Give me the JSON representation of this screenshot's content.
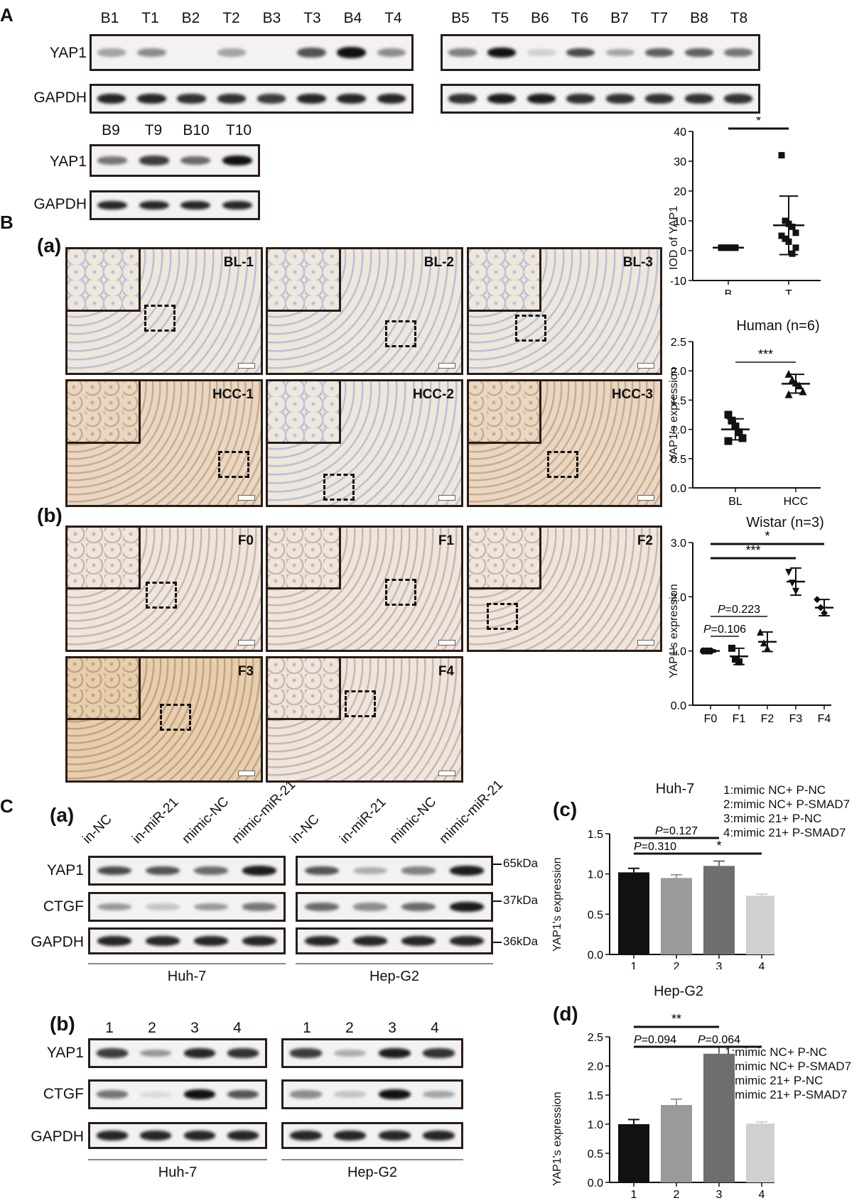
{
  "panels": {
    "A": "A",
    "B": "B",
    "C": "C"
  },
  "subpanels": {
    "Ba": "(a)",
    "Bb": "(b)",
    "Ca": "(a)",
    "Cb": "(b)",
    "Cc": "(c)",
    "Cd": "(d)"
  },
  "blotA": {
    "row_labels": {
      "yap1": "YAP1",
      "gapdh": "GAPDH"
    },
    "set1_lanes": [
      "B1",
      "T1",
      "B2",
      "T2",
      "B3",
      "T3",
      "B4",
      "T4"
    ],
    "set2_lanes": [
      "B5",
      "T5",
      "B6",
      "T6",
      "B7",
      "T7",
      "B8",
      "T8"
    ],
    "set3_lanes": [
      "B9",
      "T9",
      "B10",
      "T10"
    ]
  },
  "ihc_human": [
    "BL-1",
    "BL-2",
    "BL-3",
    "HCC-1",
    "HCC-2",
    "HCC-3"
  ],
  "ihc_rat": [
    "F0",
    "F1",
    "F2",
    "F3",
    "F4"
  ],
  "blotCa": {
    "lanes": [
      "in-NC",
      "in-miR-21",
      "mimic-NC",
      "mimic-miR-21"
    ],
    "rows": [
      "YAP1",
      "CTGF",
      "GAPDH"
    ],
    "kda": [
      "65kDa",
      "37kDa",
      "36kDa"
    ],
    "groups": [
      "Huh-7",
      "Hep-G2"
    ]
  },
  "blotCb": {
    "lanes": [
      "1",
      "2",
      "3",
      "4"
    ],
    "rows": [
      "YAP1",
      "CTGF",
      "GAPDH"
    ],
    "groups": [
      "Huh-7",
      "Hep-G2"
    ]
  },
  "legend": [
    "1:mimic NC+ P-NC",
    "2:mimic NC+ P-SMAD7",
    "3:mimic 21+ P-NC",
    "4:mimic 21+ P-SMAD7"
  ],
  "chart_data": [
    {
      "id": "iod",
      "type": "scatter",
      "title": "",
      "xlabel": "",
      "ylabel": "IOD of YAP1",
      "categories": [
        "B",
        "T"
      ],
      "ylim": [
        -10,
        40
      ],
      "yticks": [
        -10,
        0,
        10,
        20,
        30,
        40
      ],
      "points": {
        "B": [
          1,
          1,
          1,
          1,
          1,
          1,
          1,
          1,
          1,
          1
        ],
        "T": [
          32,
          10,
          9,
          8,
          6,
          5,
          4,
          3,
          -1,
          1
        ]
      },
      "mean": [
        1,
        8.5
      ],
      "sd": [
        0,
        9.8
      ],
      "significance": [
        {
          "from": "B",
          "to": "T",
          "label": "*"
        }
      ]
    },
    {
      "id": "human",
      "type": "scatter",
      "title": "Human (n=6)",
      "ylabel": "YAP1's expression",
      "categories": [
        "BL",
        "HCC"
      ],
      "ylim": [
        0,
        2.5
      ],
      "yticks": [
        0.0,
        0.5,
        1.0,
        1.5,
        2.0,
        2.5
      ],
      "points": {
        "BL": [
          1.25,
          1.15,
          1.05,
          0.95,
          0.85,
          0.8
        ],
        "HCC": [
          1.95,
          1.85,
          1.8,
          1.75,
          1.65,
          1.6
        ]
      },
      "mean": [
        1.0,
        1.78
      ],
      "sd": [
        0.18,
        0.16
      ],
      "significance": [
        {
          "from": "BL",
          "to": "HCC",
          "label": "***"
        }
      ]
    },
    {
      "id": "wistar",
      "type": "scatter",
      "title": "Wistar (n=3)",
      "ylabel": "YAP1's expression",
      "categories": [
        "F0",
        "F1",
        "F2",
        "F3",
        "F4"
      ],
      "ylim": [
        0,
        3.0
      ],
      "yticks": [
        0.0,
        1.0,
        2.0,
        3.0
      ],
      "points": {
        "F0": [
          1.0,
          1.0,
          1.0
        ],
        "F1": [
          1.05,
          0.85,
          0.8
        ],
        "F2": [
          1.35,
          1.15,
          1.05
        ],
        "F3": [
          2.45,
          2.25,
          2.1
        ],
        "F4": [
          1.95,
          1.8,
          1.7
        ]
      },
      "mean": [
        1.0,
        0.9,
        1.17,
        2.28,
        1.8
      ],
      "sd": [
        0.02,
        0.15,
        0.18,
        0.25,
        0.15
      ],
      "significance": [
        {
          "from": "F0",
          "to": "F4",
          "label": "*"
        },
        {
          "from": "F0",
          "to": "F3",
          "label": "***"
        },
        {
          "from": "F0",
          "to": "F2",
          "label": "P=0.223"
        },
        {
          "from": "F0",
          "to": "F1",
          "label": "P=0.106"
        }
      ]
    },
    {
      "id": "huh7",
      "type": "bar",
      "title": "Huh-7",
      "ylabel": "YAP1's expression",
      "categories": [
        "1",
        "2",
        "3",
        "4"
      ],
      "values": [
        1.02,
        0.95,
        1.1,
        0.73
      ],
      "errors": [
        0.05,
        0.04,
        0.06,
        0.02
      ],
      "colors": [
        "#111111",
        "#9a9a9a",
        "#6e6e6e",
        "#d0d0d0"
      ],
      "ylim": [
        0,
        1.5
      ],
      "yticks": [
        0.0,
        0.5,
        1.0,
        1.5
      ],
      "significance": [
        {
          "from": "1",
          "to": "3",
          "label": "P=0.127"
        },
        {
          "from": "1",
          "to": "2",
          "label": "P=0.310"
        },
        {
          "from": "2",
          "to": "4",
          "label": "*"
        }
      ]
    },
    {
      "id": "hepg2",
      "type": "bar",
      "title": "Hep-G2",
      "ylabel": "YAP1's expression",
      "categories": [
        "1",
        "2",
        "3",
        "4"
      ],
      "values": [
        1.0,
        1.33,
        2.21,
        1.01
      ],
      "errors": [
        0.08,
        0.1,
        0.12,
        0.03
      ],
      "colors": [
        "#111111",
        "#9a9a9a",
        "#6e6e6e",
        "#d0d0d0"
      ],
      "ylim": [
        0,
        2.5
      ],
      "yticks": [
        0.0,
        0.5,
        1.0,
        1.5,
        2.0,
        2.5
      ],
      "significance": [
        {
          "from": "1",
          "to": "3",
          "label": "**"
        },
        {
          "from": "1",
          "to": "2",
          "label": "P=0.094"
        },
        {
          "from": "2",
          "to": "4",
          "label": "P=0.064"
        }
      ]
    }
  ]
}
